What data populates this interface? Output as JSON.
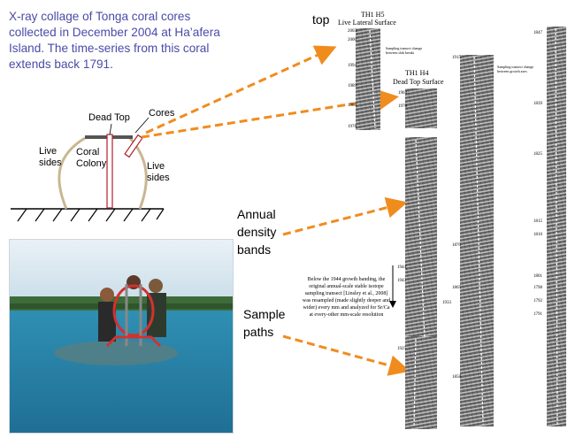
{
  "intro_text": "X-ray collage of Tonga coral cores collected in December 2004 at Ha’afera Island. The time-series from this coral extends back 1791.",
  "colors": {
    "intro": "#4a4aa8",
    "arrow": "#f08c1e",
    "core_frame": "#c9b791",
    "sample_path": "#b01e2e"
  },
  "sketch": {
    "dead_top": "Dead Top",
    "cores": "Cores",
    "live_sides_left": "Live sides",
    "coral_colony": "Coral Colony",
    "live_sides_right": "Live sides"
  },
  "callouts": {
    "top": "top",
    "annual_density_bands": "Annual density bands",
    "sample_paths": "Sample paths"
  },
  "core_h5": {
    "title": "TH1 H5",
    "subtitle": "Live Lateral Surface",
    "note": "Sampling transect change between slab breaks",
    "years": [
      "2003",
      "2000",
      "1994",
      "1989",
      "1984",
      "1978"
    ]
  },
  "core_h4": {
    "title": "TH1 H4",
    "subtitle": "Dead Top Surface",
    "years_top": [
      "1963",
      "1978"
    ],
    "years_middle": [
      "1944",
      "1943",
      "1925"
    ],
    "years_bottom": [
      "1933"
    ]
  },
  "core_c": {
    "note": "Sampling transect change between growth axes",
    "years": [
      "1915",
      "1870",
      "1865",
      "1858"
    ]
  },
  "core_d": {
    "years": [
      "1847",
      "1839",
      "1825",
      "1815",
      "1810",
      "1801",
      "1798",
      "1792",
      "1791"
    ]
  },
  "annotation": "Below the 1944 growth banding, the original annual-scale stable isotope sampling transect [Linsley et al., 2008] was resampled (made slightly deeper and wider) every mm and analyzed for Sr/Ca at every-other mm-scale resolution",
  "icons": [
    "dashed-arrow-icon",
    "core-diagram-icon"
  ]
}
